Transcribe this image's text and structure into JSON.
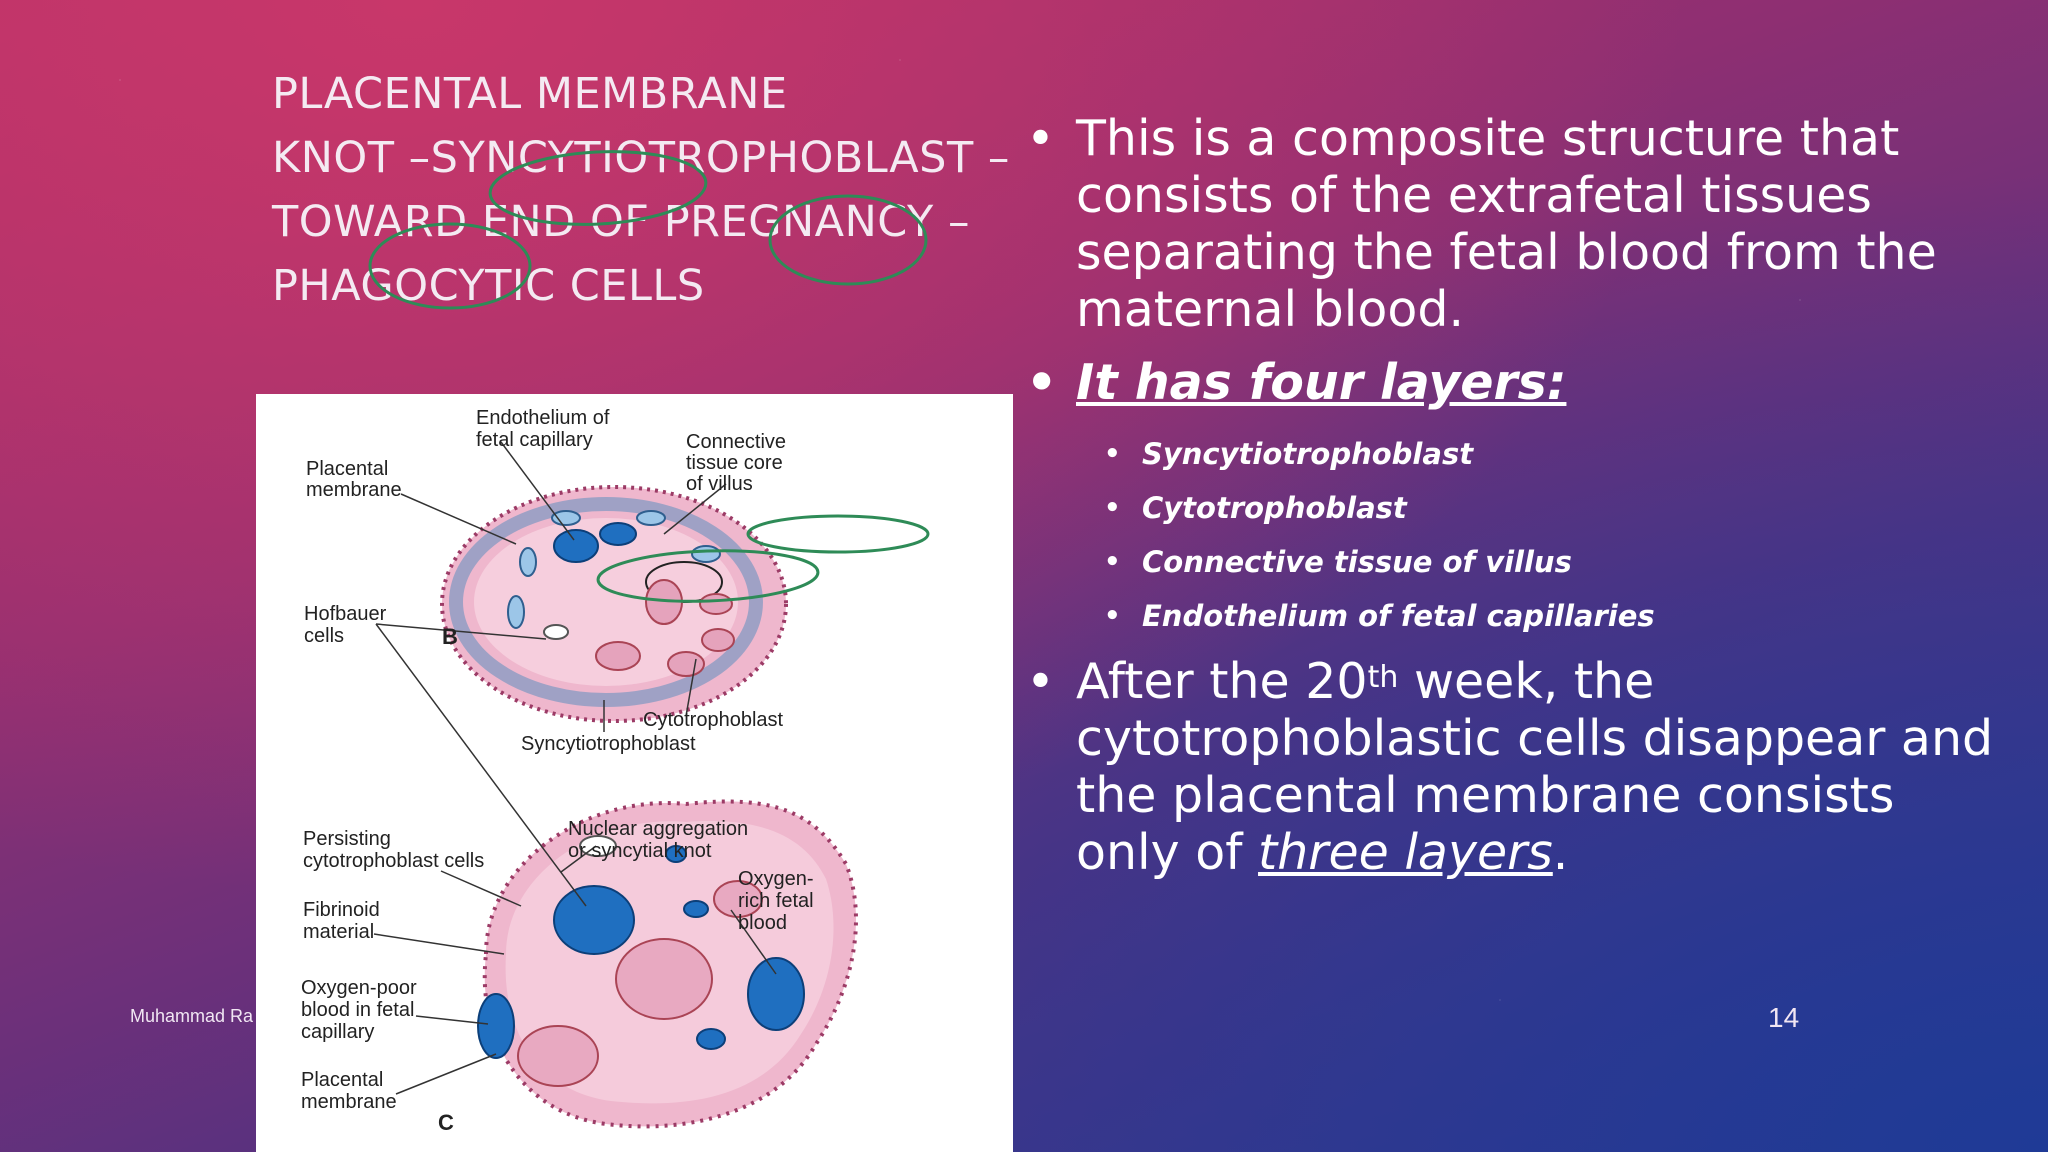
{
  "title": {
    "lines": [
      "PLACENTAL MEMBRANE",
      "KNOT –SYNCYTIOTROPHOBLAST –",
      "TOWARD END OF PREGNANCY –",
      "PHAGOCYTIC CELLS"
    ]
  },
  "figure": {
    "panel_b": "B",
    "panel_c": "C",
    "labels": {
      "endothelium": [
        "Endothelium of",
        "fetal capillary"
      ],
      "connective": [
        "Connective",
        "tissue core",
        "of villus"
      ],
      "placental_membrane_b": [
        "Placental",
        "membrane"
      ],
      "hofbauer": [
        "Hofbauer",
        "cells"
      ],
      "cytotrophoblast": "Cytotrophoblast",
      "syncytiotrophoblast": "Syncytiotrophoblast",
      "persisting": [
        "Persisting",
        "cytotrophoblast cells"
      ],
      "nuclear": [
        "Nuclear aggregation",
        "or syncytial knot"
      ],
      "fibrinoid": [
        "Fibrinoid",
        "material"
      ],
      "oxygen_rich": [
        "Oxygen-",
        "rich fetal",
        "blood"
      ],
      "oxygen_poor": [
        "Oxygen-poor",
        "blood in fetal",
        "capillary"
      ],
      "placental_membrane_c": [
        "Placental",
        "membrane"
      ]
    }
  },
  "bullets": {
    "b1": "This is a composite structure that consists of the extrafetal tissues separating the fetal blood from the maternal blood.",
    "b2": "It has four layers:",
    "sub": [
      "Syncytiotrophoblast",
      "Cytotrophoblast",
      "Connective tissue of villus",
      "Endothelium of fetal capillaries"
    ],
    "b3_pre": "After the 20",
    "b3_sup": "th",
    "b3_mid": " week, the cytotrophoblastic cells disappear and the placental membrane consists only of ",
    "b3_em": "three layers",
    "b3_end": "."
  },
  "footer": "Muhammad Ra",
  "page_number": "14",
  "colors": {
    "annotation": "#2e8b57",
    "cell_pink": "#f2bfd3",
    "nucleus_blue": "#1f6fc0"
  }
}
